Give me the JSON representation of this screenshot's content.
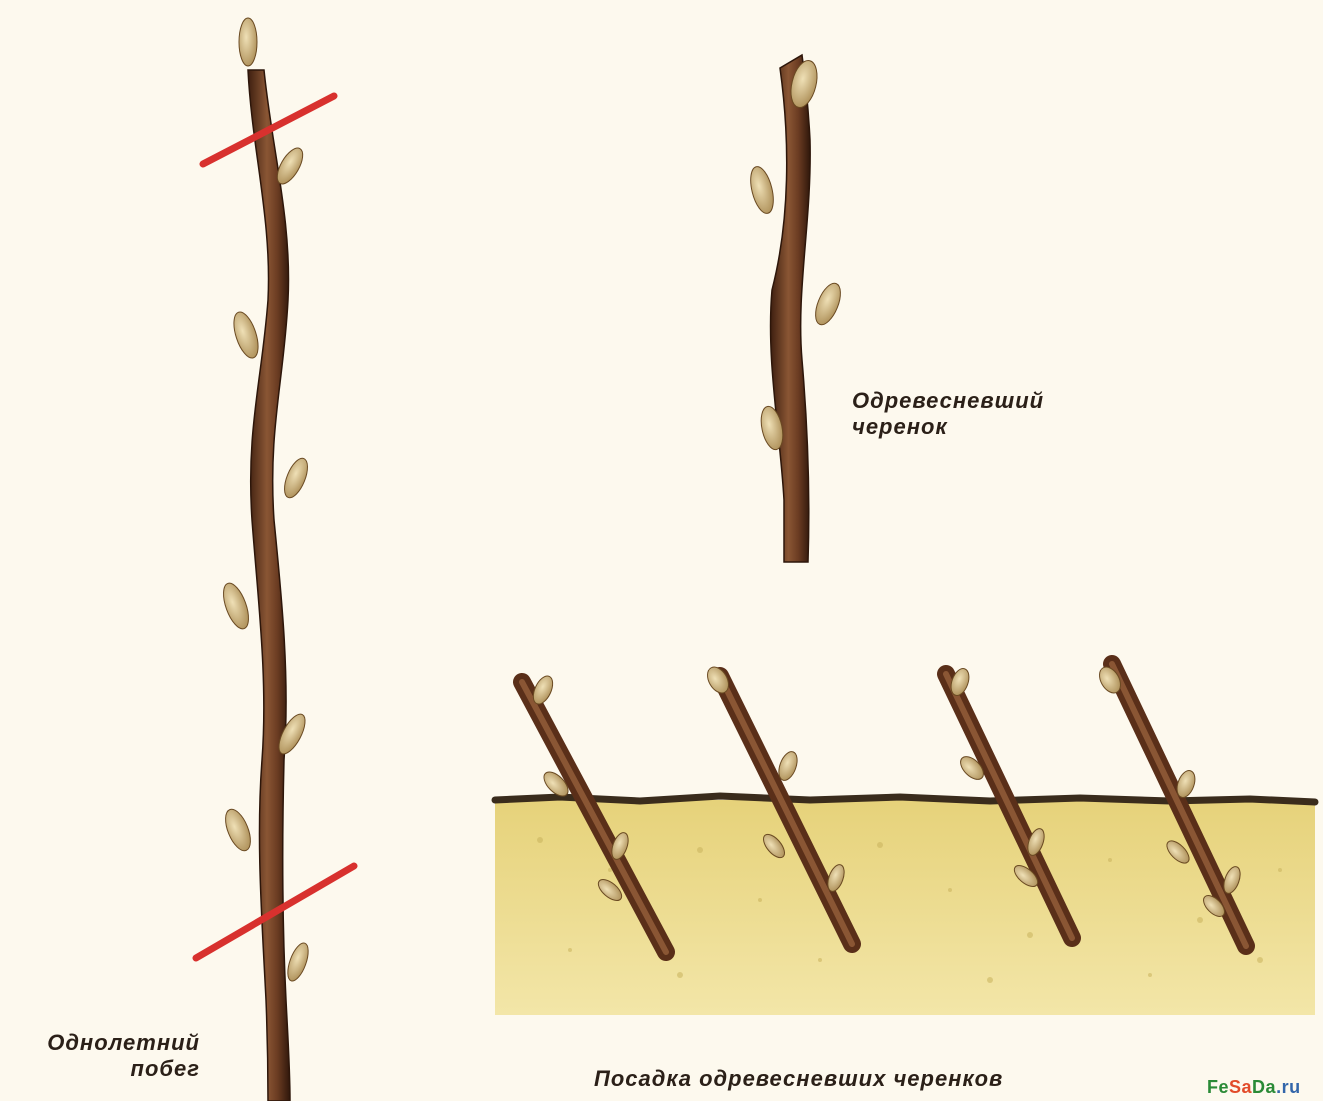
{
  "labels": {
    "annual_shoot": [
      "Однолетний",
      "побег"
    ],
    "woody_cutting": [
      "Одревесневший",
      "черенок"
    ],
    "planting": "Посадка одревесневших черенков"
  },
  "watermark": {
    "parts": [
      "Fe",
      "Sa",
      "Da",
      ".ru"
    ],
    "colors": [
      "#2a8a36",
      "#e24b2a",
      "#2a8a36",
      "#3366aa"
    ]
  },
  "colors": {
    "background": "#fdf9ee",
    "stem": "#6a3e25",
    "stem_dark": "#4a2716",
    "bud": "#d6c190",
    "cut_mark": "#d8312e",
    "soil": "#ecdc8a",
    "soil_edge": "#3a2c1c"
  }
}
